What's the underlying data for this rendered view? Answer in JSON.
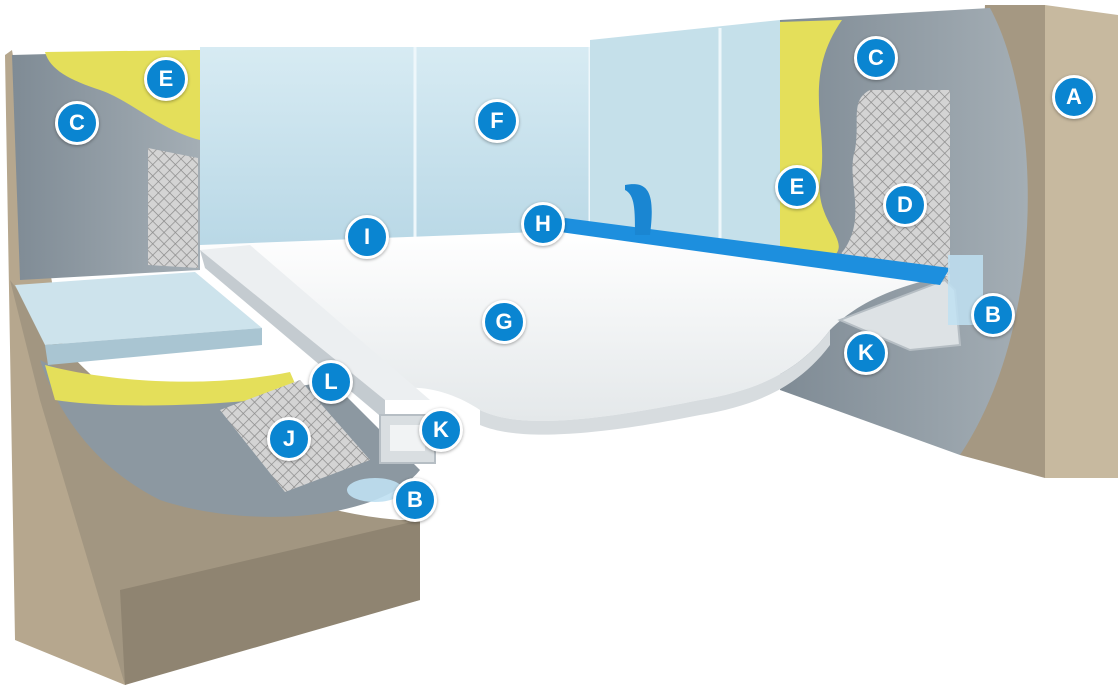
{
  "colors": {
    "badge": "#0a85d1",
    "substrate": "#a49782",
    "substrate_face": "#c4b59c",
    "render": "#8f9ba4",
    "adhesive": "#e6e05a",
    "mesh": "#c9c9c9",
    "panel": "#cfe4ee",
    "tray": "#f3f5f6",
    "tape": "#1d8fde"
  },
  "labels": {
    "a": "A",
    "b_right": "B",
    "b_left": "B",
    "c_left": "C",
    "c_right": "C",
    "d": "D",
    "e_left": "E",
    "e_right": "E",
    "f": "F",
    "g": "G",
    "h": "H",
    "i": "I",
    "j": "J",
    "k_left": "K",
    "k_right": "K",
    "l": "L"
  }
}
